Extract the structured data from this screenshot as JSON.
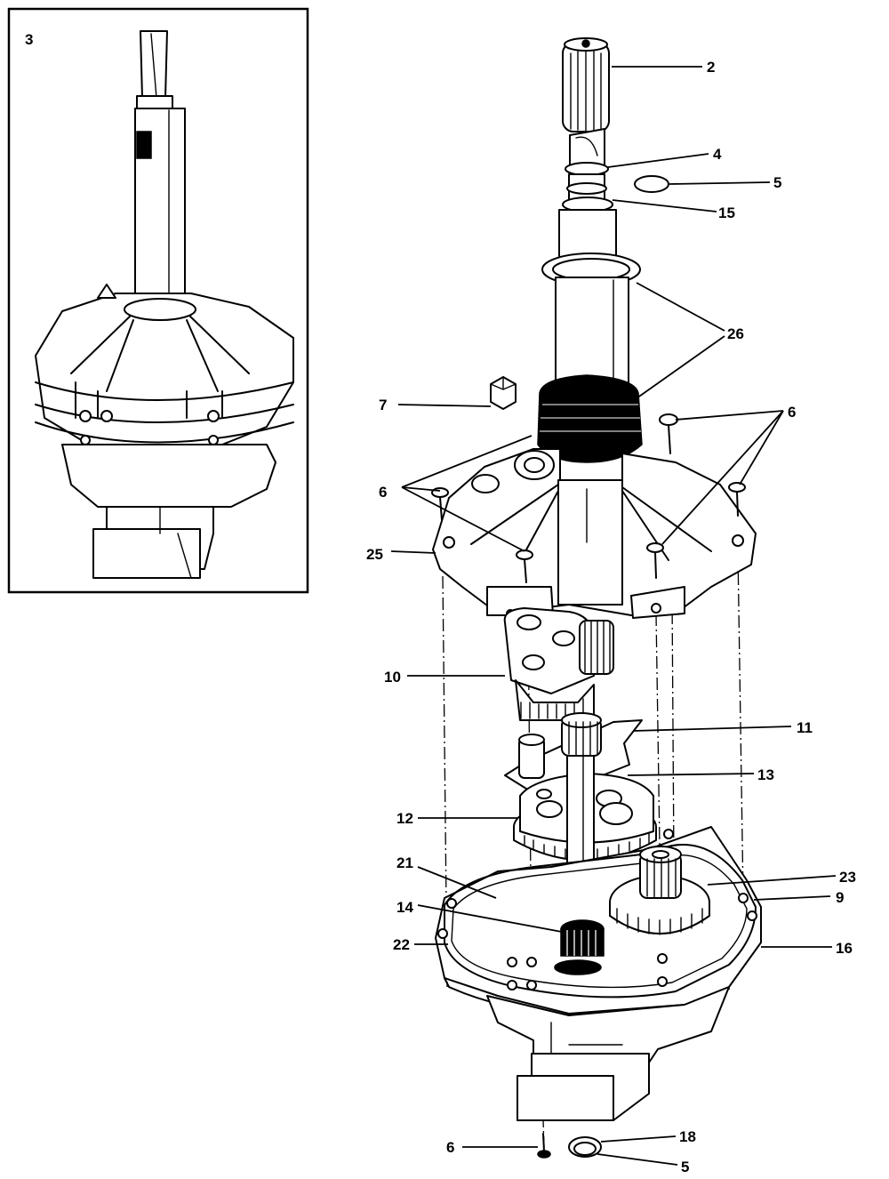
{
  "inset": {
    "label": "3"
  },
  "callouts": {
    "c2": "2",
    "c4": "4",
    "c5_top": "5",
    "c15": "15",
    "c26": "26",
    "c7": "7",
    "c6_right": "6",
    "c6_left": "6",
    "c25": "25",
    "c10": "10",
    "c11": "11",
    "c13": "13",
    "c12": "12",
    "c21": "21",
    "c23": "23",
    "c14": "14",
    "c9": "9",
    "c22": "22",
    "c16": "16",
    "c18": "18",
    "c6_bottom": "6",
    "c5_bottom": "5"
  }
}
